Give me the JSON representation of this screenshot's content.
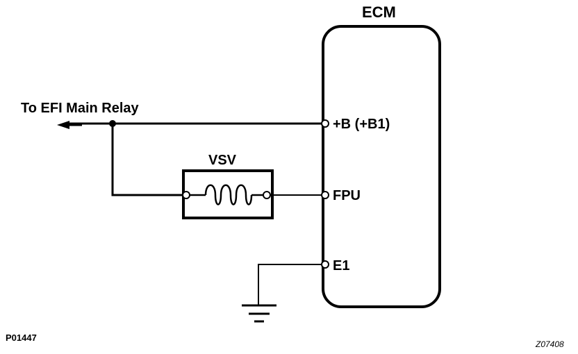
{
  "labels": {
    "ecm": "ECM",
    "relay": "To EFI Main Relay",
    "vsv": "VSV",
    "pin_b": "+B (+B1)",
    "pin_fpu": "FPU",
    "pin_e1": "E1",
    "code_left": "P01447",
    "code_right": "Z07408"
  }
}
